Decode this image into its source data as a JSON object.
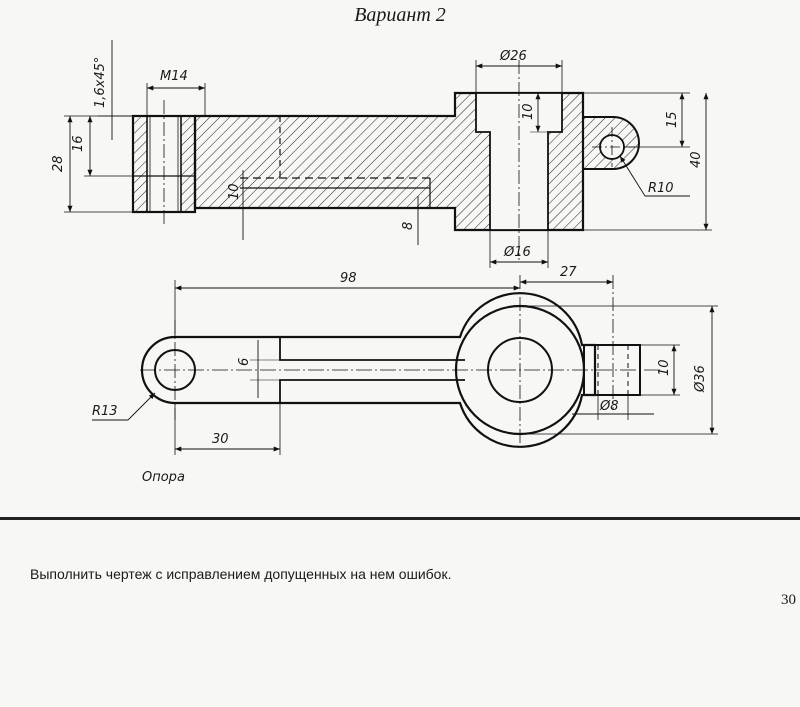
{
  "header": {
    "title": "Вариант 2"
  },
  "drawing": {
    "section_view": {
      "dimensions": {
        "chamfer": "1,6x45°",
        "thread": "M14",
        "hub_diameter": "Ø26",
        "bore_depth": "10",
        "lug_height": "15",
        "overall_height": "40",
        "lug_radius": "R10",
        "total_height_left": "28",
        "boss_height": "16",
        "rib_thickness": "10",
        "base_thickness": "8",
        "bore_diameter": "Ø16"
      }
    },
    "plan_view": {
      "dimensions": {
        "center_distance": "98",
        "lug_offset": "27",
        "slot_width": "6",
        "lug_width": "10",
        "hub_outer_diameter": "Ø36",
        "lug_hole_diameter": "Ø8",
        "end_radius": "R13",
        "slot_start": "30"
      }
    },
    "caption": "Опора"
  },
  "task": {
    "text": "Выполнить чертеж с исправлением допущенных на нем ошибок."
  },
  "footer": {
    "page_number": "30"
  }
}
